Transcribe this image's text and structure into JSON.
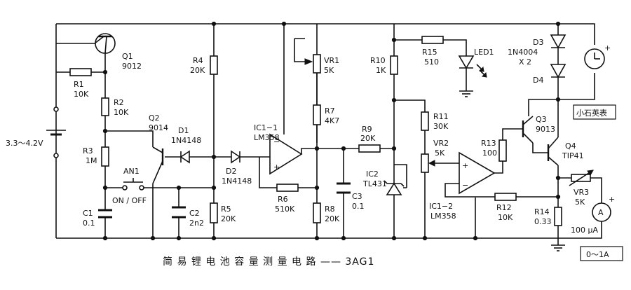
{
  "title": "简 易 锂 电 池 容 量 测 量 电 路 —— 3AG1",
  "battery_voltage": "3.3～4.2V",
  "meter_box": "小石英表",
  "range_box": "0～1A",
  "components": {
    "Q1": {
      "ref": "Q1",
      "val": "9012"
    },
    "Q2": {
      "ref": "Q2",
      "val": "9014"
    },
    "Q3": {
      "ref": "Q3",
      "val": "9013"
    },
    "Q4": {
      "ref": "Q4",
      "val": "TIP41"
    },
    "R1": {
      "ref": "R1",
      "val": "10K"
    },
    "R2": {
      "ref": "R2",
      "val": "10K"
    },
    "R3": {
      "ref": "R3",
      "val": "1M"
    },
    "R4": {
      "ref": "R4",
      "val": "20K"
    },
    "R5": {
      "ref": "R5",
      "val": "20K"
    },
    "R6": {
      "ref": "R6",
      "val": "510K"
    },
    "R7": {
      "ref": "R7",
      "val": "4K7"
    },
    "R8": {
      "ref": "R8",
      "val": "20K"
    },
    "R9": {
      "ref": "R9",
      "val": "20K"
    },
    "R10": {
      "ref": "R10",
      "val": "1K"
    },
    "R11": {
      "ref": "R11",
      "val": "30K"
    },
    "R12": {
      "ref": "R12",
      "val": "10K"
    },
    "R13": {
      "ref": "R13",
      "val": "100"
    },
    "R14": {
      "ref": "R14",
      "val": "0.33"
    },
    "R15": {
      "ref": "R15",
      "val": "510"
    },
    "VR1": {
      "ref": "VR1",
      "val": "5K"
    },
    "VR2": {
      "ref": "VR2",
      "val": "5K"
    },
    "VR3": {
      "ref": "VR3",
      "val": "5K"
    },
    "C1": {
      "ref": "C1",
      "val": "0.1"
    },
    "C2": {
      "ref": "C2",
      "val": "2n2"
    },
    "C3": {
      "ref": "C3",
      "val": "0.1"
    },
    "D1": {
      "ref": "D1",
      "val": "1N4148"
    },
    "D2": {
      "ref": "D2",
      "val": "1N4148"
    },
    "D3": {
      "ref": "D3",
      "val": "1N4004"
    },
    "D3x": {
      "val": "X 2"
    },
    "D4": {
      "ref": "D4"
    },
    "LED1": {
      "ref": "LED1"
    },
    "IC1_1": {
      "ref": "IC1−1",
      "val": "LM358"
    },
    "IC1_2": {
      "ref": "IC1−2",
      "val": "LM358"
    },
    "IC2": {
      "ref": "IC2",
      "val": "TL431"
    },
    "AN1": {
      "ref": "AN1",
      "val": "ON / OFF"
    },
    "ammeter": {
      "symbol": "A",
      "val": "100 μA"
    },
    "meter_symbol": "clock-icon"
  }
}
